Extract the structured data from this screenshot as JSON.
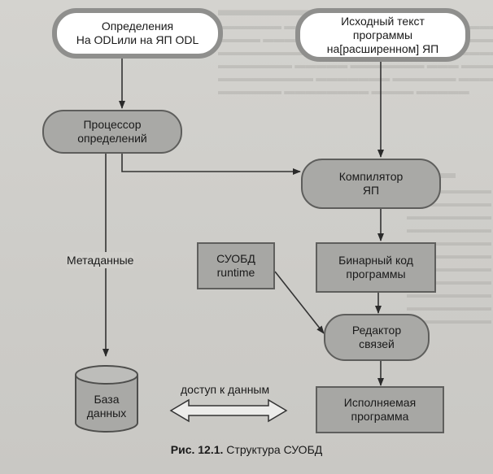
{
  "nodes": {
    "definitions": [
      "Определения",
      "На ODLили на ЯП ODL"
    ],
    "source_text": [
      "Исходный текст",
      "программы",
      "на[расширенном] ЯП"
    ],
    "definitions_processor": [
      "Процессор",
      "определений"
    ],
    "compiler": [
      "Компилятор",
      "ЯП"
    ],
    "dbms_runtime": [
      "СУОБД",
      "runtime"
    ],
    "binary_code": [
      "Бинарный код",
      "программы"
    ],
    "link_editor": [
      "Редактор",
      "связей"
    ],
    "database": [
      "База",
      "данных"
    ],
    "executable": [
      "Исполняемая",
      "программа"
    ]
  },
  "labels": {
    "metadata": "Метаданные",
    "data_access": "доступ к данным"
  },
  "caption": {
    "number": "Рис. 12.1.",
    "title": "Структура СУОБД"
  }
}
